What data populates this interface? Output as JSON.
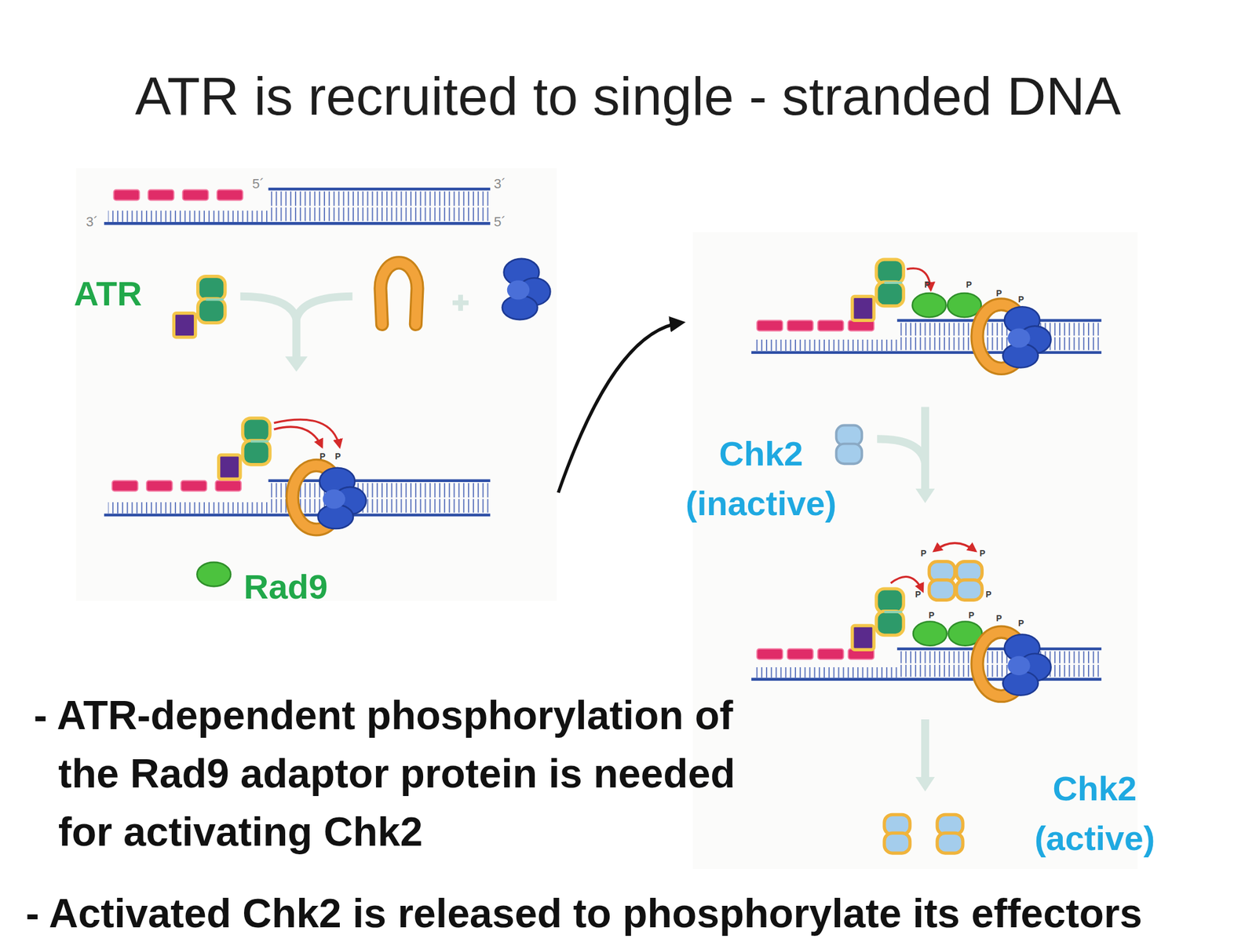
{
  "diagram": {
    "title": "ATR is recruited to single - stranded DNA",
    "labels": [
      "5´",
      "3´",
      "3´",
      "5´",
      "ATR",
      "P",
      "P",
      "P",
      "P",
      "P",
      "P",
      "Chk2 (inactive)",
      "Rad9",
      "P",
      "P",
      "P",
      "P",
      "P",
      "P",
      "P",
      "P",
      "- ATR-dependent phosphorylation of the Rad9 adaptor protein is needed for activating Chk2",
      "Chk2 (active)",
      "- Activated Chk2 is released to phosphorylate its effectors"
    ]
  }
}
